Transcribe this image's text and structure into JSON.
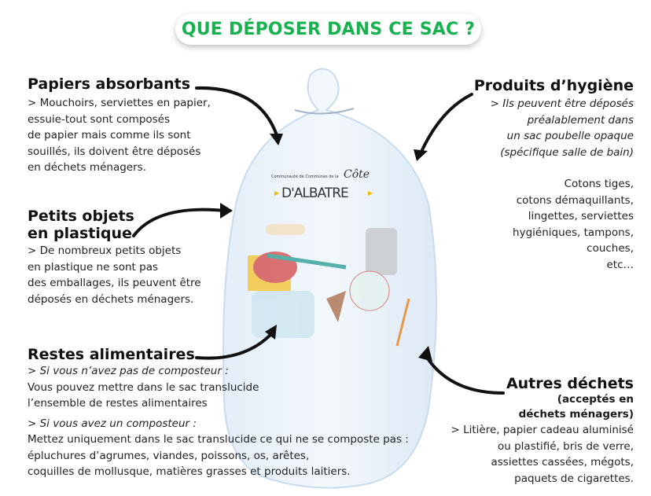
{
  "title": "QUE DÉPOSER DANS CE SAC ?",
  "logo": {
    "line1": "Communauté de Communes de la",
    "line2": "Côte",
    "line3": "D'ALBATRE"
  },
  "colors": {
    "title_green": "#16b24e",
    "bag": "#dbe9f6",
    "logo_yellow": "#f6b800"
  },
  "sections": {
    "papiers": {
      "heading": "Papiers absorbants",
      "lines": [
        "> Mouchoirs, serviettes en papier,",
        "essuie-tout sont composés",
        "de papier mais comme ils sont",
        "souillés, ils doivent être déposés",
        "en déchets ménagers."
      ]
    },
    "plastique": {
      "heading_1": "Petits objets",
      "heading_2": "en plastique",
      "lines": [
        "> De nombreux petits objets",
        "en plastique ne sont pas",
        "des emballages, ils peuvent être",
        "déposés en déchets ménagers."
      ]
    },
    "restes": {
      "heading": "Restes alimentaires",
      "intro_1": "> Si vous n’avez pas de composteur :",
      "lines_1": [
        "Vous pouvez mettre dans le sac translucide",
        "l’ensemble de restes alimentaires"
      ],
      "intro_2": "> Si vous avez un composteur :",
      "lines_2": [
        "Mettez uniquement dans le sac translucide ce qui ne se composte pas :",
        "épluchures d’agrumes, viandes, poissons, os, arêtes,",
        "coquilles de mollusque, matières grasses et produits laitiers."
      ]
    },
    "hygiene": {
      "heading": "Produits d’hygiène",
      "italic_lines": [
        "> Ils peuvent être déposés",
        "préalablement dans",
        "un sac poubelle opaque",
        "(spécifique salle de bain)"
      ],
      "lines": [
        "Cotons tiges,",
        "cotons démaquillants,",
        "lingettes, serviettes",
        "hygiéniques, tampons,",
        "couches,",
        "etc…"
      ]
    },
    "autres": {
      "heading": "Autres déchets",
      "sub_1": "(acceptés en",
      "sub_2": "déchets ménagers)",
      "lines": [
        "> Litière, papier cadeau aluminisé",
        "ou plastifié, bris de verre,",
        "assiettes cassées, mégots,",
        "paquets de cigarettes."
      ]
    }
  }
}
